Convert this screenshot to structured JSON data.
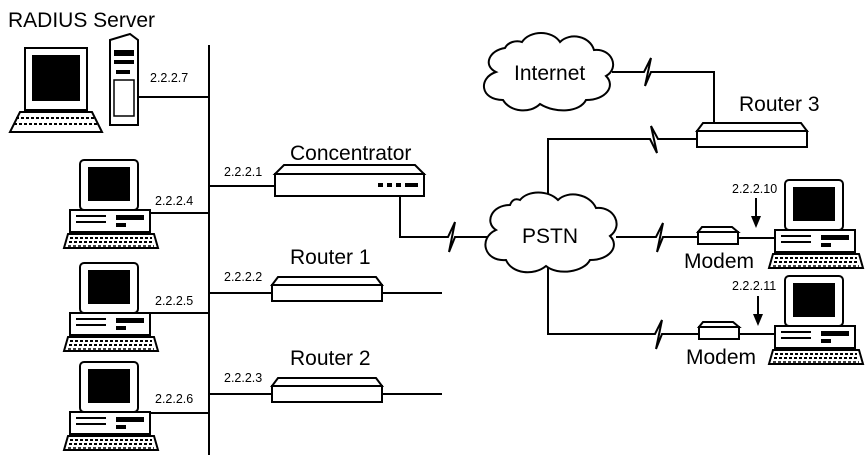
{
  "labels": {
    "radius_server": "RADIUS Server",
    "internet": "Internet",
    "router3": "Router 3",
    "concentrator": "Concentrator",
    "pstn": "PSTN",
    "router1": "Router 1",
    "router2": "Router 2",
    "modem1": "Modem",
    "modem2": "Modem"
  },
  "ips": {
    "radius": "2.2.2.7",
    "pc_a": "2.2.2.4",
    "pc_b": "2.2.2.5",
    "pc_c": "2.2.2.6",
    "concentrator": "2.2.2.1",
    "router1": "2.2.2.2",
    "router2": "2.2.2.3",
    "remote1": "2.2.2.10",
    "remote2": "2.2.2.11"
  }
}
